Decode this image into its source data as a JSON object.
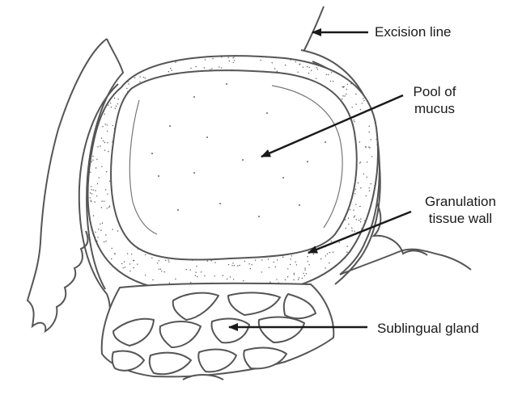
{
  "labels": {
    "excision_line": "Excision line",
    "pool_of_mucus": [
      "Pool of",
      "mucus"
    ],
    "granulation_tissue_wall": [
      "Granulation",
      "tissue wall"
    ],
    "sublingual_gland": "Sublingual gland"
  },
  "colors": {
    "ink": "#1a1a1a",
    "line": "#555555",
    "background": "#ffffff"
  }
}
